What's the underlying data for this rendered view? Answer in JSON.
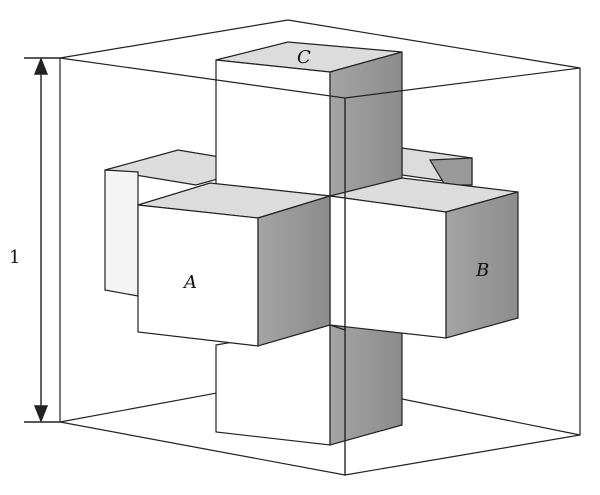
{
  "labels": {
    "face_a": "A",
    "face_b": "B",
    "face_c": "C",
    "dimension": "1"
  },
  "colors": {
    "light_face": "#ffffff",
    "top_face": "#dcdcdc",
    "shaded_face": "#9a9a9a",
    "outline": "#222222"
  }
}
